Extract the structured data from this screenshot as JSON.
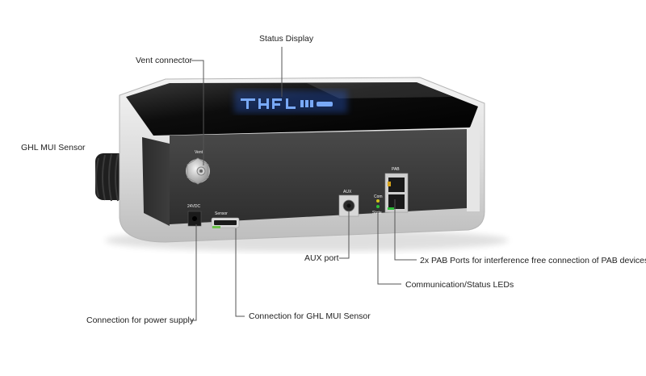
{
  "callouts": {
    "status_display": "Status Display",
    "vent_connector": "Vent connector",
    "ghl_mui_sensor": "GHL MUI Sensor",
    "aux_port": "AUX port",
    "pab_ports": "2x PAB Ports for interference free connection of PAB devices",
    "status_leds": "Communication/Status LEDs",
    "power_supply": "Connection for power supply",
    "sensor_connection": "Connection for GHL MUI Sensor"
  },
  "device_labels": {
    "vent": "Vent",
    "power": "24VDC",
    "sensor": "Sensor",
    "aux": "AUX",
    "com": "Com",
    "state": "State",
    "pab": "PAB"
  },
  "colors": {
    "display_glow": "#3a7bff",
    "led_com": "#d6c21a",
    "led_state": "#2fbf3a",
    "sensor_port": "#6cc24a"
  }
}
